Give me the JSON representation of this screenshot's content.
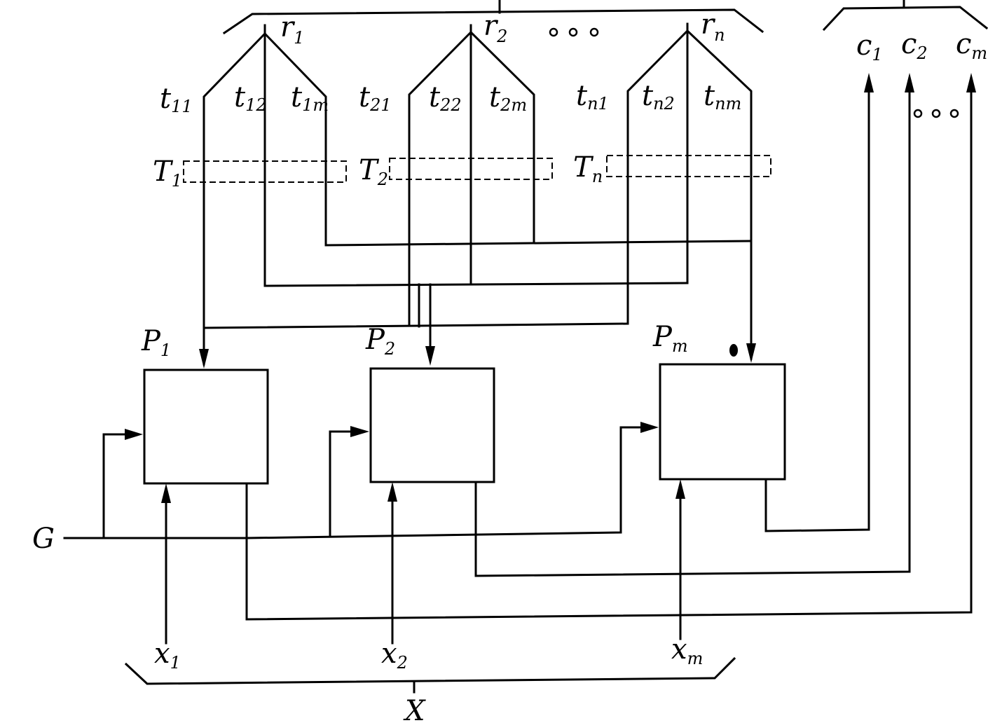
{
  "diagram": {
    "r_labels": [
      {
        "main": "r",
        "sub": "1"
      },
      {
        "main": "r",
        "sub": "2"
      },
      {
        "main": "r",
        "sub": "n"
      }
    ],
    "t_labels": [
      {
        "main": "t",
        "sub": "11"
      },
      {
        "main": "t",
        "sub": "12"
      },
      {
        "main": "t",
        "sub": "1m"
      },
      {
        "main": "t",
        "sub": "21"
      },
      {
        "main": "t",
        "sub": "22"
      },
      {
        "main": "t",
        "sub": "2m"
      },
      {
        "main": "t",
        "sub": "n1"
      },
      {
        "main": "t",
        "sub": "n2"
      },
      {
        "main": "t",
        "sub": "nm"
      }
    ],
    "T_labels": [
      {
        "main": "T",
        "sub": "1"
      },
      {
        "main": "T",
        "sub": "2"
      },
      {
        "main": "T",
        "sub": "n"
      }
    ],
    "c_labels": [
      {
        "main": "c",
        "sub": "1"
      },
      {
        "main": "c",
        "sub": "2"
      },
      {
        "main": "c",
        "sub": "m"
      }
    ],
    "P_labels": [
      {
        "main": "P",
        "sub": "1"
      },
      {
        "main": "P",
        "sub": "2"
      },
      {
        "main": "P",
        "sub": "m"
      }
    ],
    "x_labels": [
      {
        "main": "x",
        "sub": "1"
      },
      {
        "main": "x",
        "sub": "2"
      },
      {
        "main": "x",
        "sub": "m"
      }
    ],
    "g_label": "G",
    "x_bus_label": "X"
  }
}
